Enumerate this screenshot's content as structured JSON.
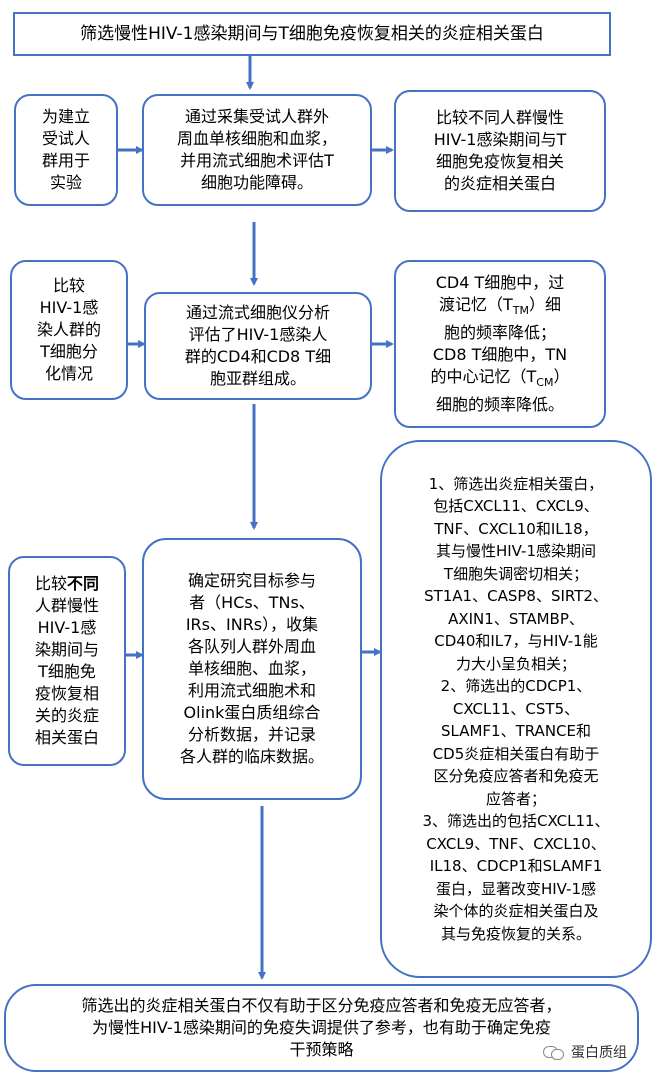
{
  "title": "筛选慢性HIV-1感染期间与T细胞免疫恢复相关的炎症相关蛋白",
  "row1": {
    "left": "为建立\n受试人\n群用于\n实验",
    "middle": "通过采集受试人群外\n周血单核细胞和血浆，\n并用流式细胞术评估T\n细胞功能障碍。",
    "right": "比较不同人群慢性\nHIV-1感染期间与T\n细胞免疫恢复相关\n的炎症相关蛋白"
  },
  "row2": {
    "left": "比较\nHIV-1感\n染人群的\nT细胞分\n化情况",
    "middle": "通过流式细胞仪分析\n评估了HIV-1感染人\n群的CD4和CD8 T细\n胞亚群组成。",
    "right_line1": "CD4 T细胞中，过",
    "right_line2_pre": "渡记忆（T",
    "right_line2_sub": "TM",
    "right_line2_post": "）细",
    "right_line3": "胞的频率降低；",
    "right_line4": "CD8 T细胞中，TN",
    "right_line5_pre": "的中心记忆（T",
    "right_line5_sub": "CM",
    "right_line5_post": "）",
    "right_line6": "细胞的频率降低。"
  },
  "row3": {
    "left_pre": "比较",
    "left_bold": "不同",
    "left_post": "\n人群慢性\nHIV-1感\n染期间与\nT细胞免\n疫恢复相\n关的炎症\n相关蛋白",
    "middle": "确定研究目标参与\n者（HCs、TNs、\nIRs、INRs），收集\n各队列人群外周血\n单核细胞、血浆，\n利用流式细胞术和\nOlink蛋白质组综合\n分析数据，并记录\n各人群的临床数据。",
    "right": "1、筛选出炎症相关蛋白，\n包括CXCL11、CXCL9、\nTNF、CXCL10和IL18，\n其与慢性HIV-1感染期间\nT细胞失调密切相关；\nST1A1、CASP8、SIRT2、\nAXIN1、STAMBP、\nCD40和IL7，与HIV-1能\n力大小呈负相关；\n2、筛选出的CDCP1、\nCXCL11、CST5、\nSLAMF1、TRANCE和\nCD5炎症相关蛋白有助于\n区分免疫应答者和免疫无\n应答者；\n3、筛选出的包括CXCL11、\nCXCL9、TNF、CXCL10、\nIL18、CDCP1和SLAMF1\n蛋白，显著改变HIV-1感\n染个体的炎症相关蛋白及\n其与免疫恢复的关系。"
  },
  "conclusion": "筛选出的炎症相关蛋白不仅有助于区分免疫应答者和免疫无应答者，\n为慢性HIV-1感染期间的免疫失调提供了参考，也有助于确定免疫\n干预策略",
  "watermark": "蛋白质组",
  "colors": {
    "border": "#4472C4",
    "arrow": "#4472C4"
  }
}
